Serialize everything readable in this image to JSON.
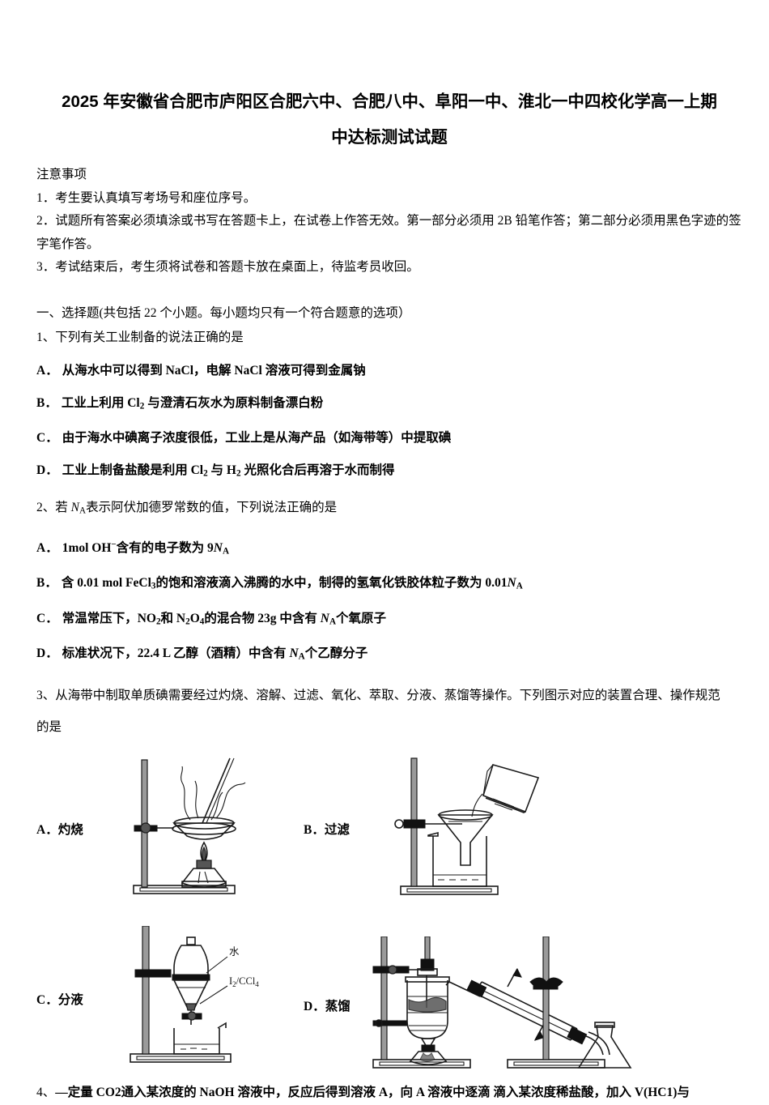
{
  "document": {
    "title_line1": "2025 年安徽省合肥市庐阳区合肥六中、合肥八中、阜阳一中、淮北一中四校化学高一上期",
    "title_line2": "中达标测试试题"
  },
  "notice": {
    "heading": "注意事项",
    "items": [
      "1．考生要认真填写考场号和座位序号。",
      "2．试题所有答案必须填涂或书写在答题卡上，在试卷上作答无效。第一部分必须用 2B 铅笔作答；第二部分必须用黑色字迹的签字笔作答。",
      "3．考试结束后，考生须将试卷和答题卡放在桌面上，待监考员收回。"
    ]
  },
  "section": {
    "heading": "一、选择题(共包括 22 个小题。每小题均只有一个符合题意的选项）"
  },
  "questions": [
    {
      "number": "1、",
      "stem": "下列有关工业制备的说法正确的是",
      "options": [
        {
          "letter": "A．",
          "text_parts": [
            "从海水中可以得到 NaCl，电解 NaCl 溶液可得到金属钠"
          ]
        },
        {
          "letter": "B．",
          "text_parts": [
            "工业上利用 Cl",
            "2",
            " 与澄清石灰水为原料制备漂白粉"
          ]
        },
        {
          "letter": "C．",
          "text_parts": [
            "由于海水中碘离子浓度很低，工业上是从海产品（如海带等）中提取碘"
          ]
        },
        {
          "letter": "D．",
          "text_parts": [
            "工业上制备盐酸是利用 Cl",
            "2",
            " 与 H",
            "2",
            " 光照化合后再溶于水而制得"
          ]
        }
      ]
    },
    {
      "number": "2、",
      "stem_pre": "若 ",
      "stem_symbol": "NA",
      "stem_post": "表示阿伏加德罗常数的值，下列说法正确的是",
      "options": [
        {
          "letter": "A．",
          "text": "1mol OH⁻含有的电子数为 9NA"
        },
        {
          "letter": "B．",
          "text": "含 0.01 mol FeCl3的饱和溶液滴入沸腾的水中，制得的氢氧化铁胶体粒子数为 0.01NA"
        },
        {
          "letter": "C．",
          "text": "常温常压下，NO2和 N2O4的混合物 23g 中含有 NA个氧原子"
        },
        {
          "letter": "D．",
          "text": "标准状况下，22.4 L 乙醇（酒精）中含有 NA个乙醇分子"
        }
      ]
    },
    {
      "number": "3、",
      "stem": "从海带中制取单质碘需要经过灼烧、溶解、过滤、氧化、萃取、分液、蒸馏等操作。下列图示对应的装置合理、操作规范",
      "stem_line2": "的是",
      "figure_options": [
        {
          "letter": "A．",
          "label": "灼烧",
          "apparatus": "evaporating-dish-on-stand-with-alcohol-lamp"
        },
        {
          "letter": "B．",
          "label": "过滤",
          "apparatus": "filtration-funnel-beaker-stand"
        },
        {
          "letter": "C．",
          "label": "分液",
          "apparatus": "separating-funnel-on-stand",
          "annotations": [
            "水",
            "I2/CCl4"
          ]
        },
        {
          "letter": "D．",
          "label": "蒸馏",
          "apparatus": "distillation-flask-condenser-receiver"
        }
      ]
    },
    {
      "number": "4、",
      "stem": "—定量 CO2通入某浓度的 NaOH 溶液中，反应后得到溶液 A，向 A 溶液中逐滴 滴入某浓度稀盐酸，加入 V(HC1)与"
    }
  ],
  "colors": {
    "text": "#000000",
    "page_background": "#ffffff",
    "line_art": "#1a1a1a"
  }
}
